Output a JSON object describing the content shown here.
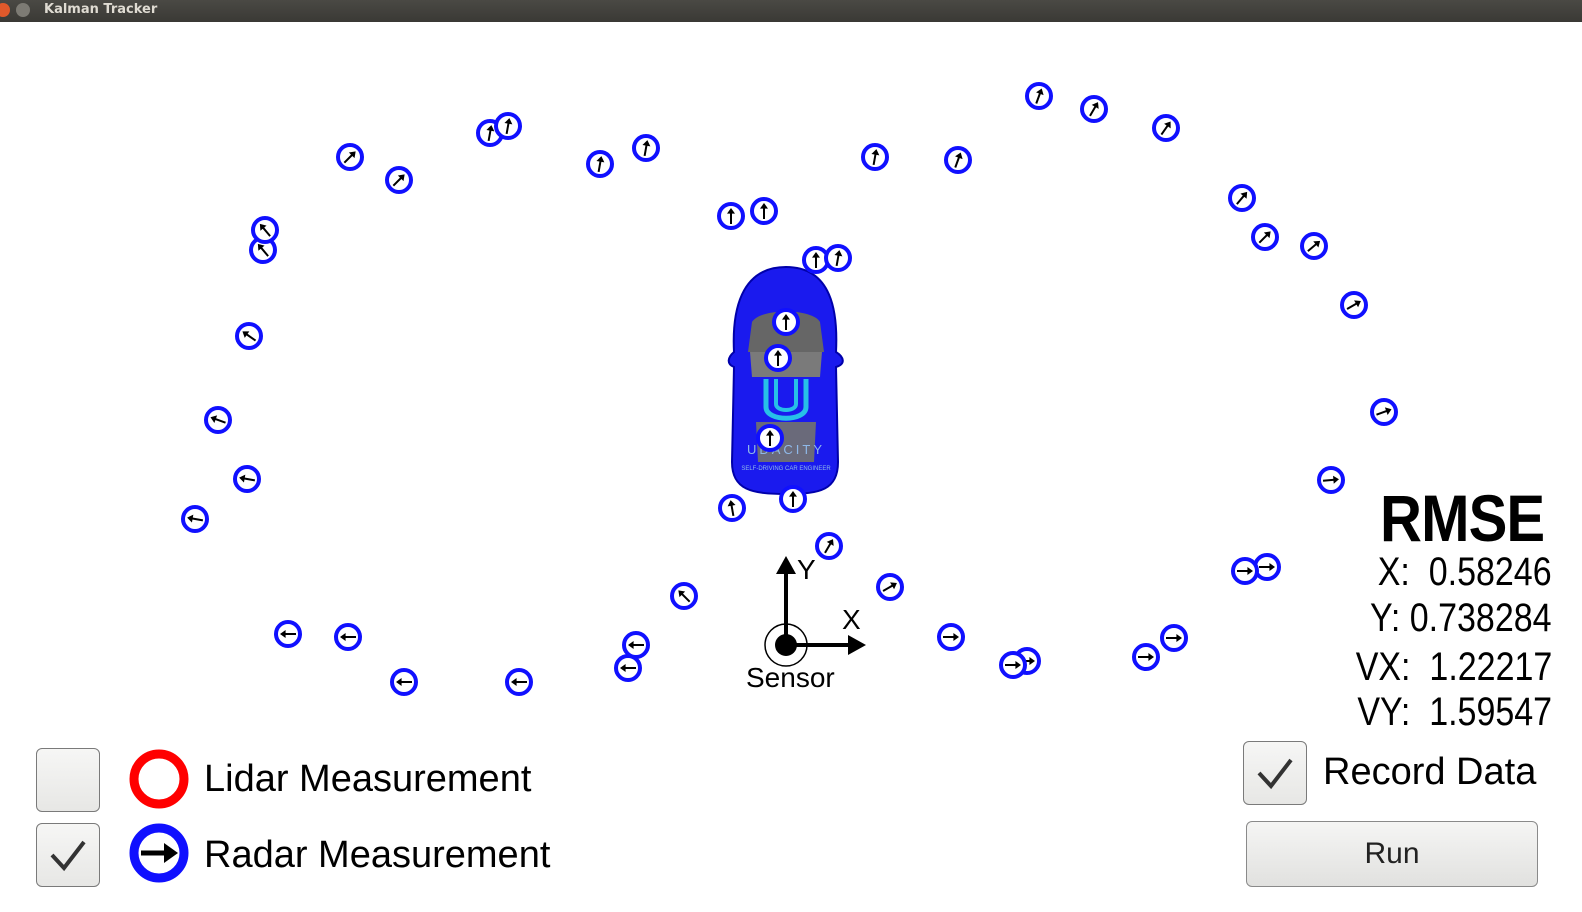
{
  "window": {
    "title": "Kalman Tracker"
  },
  "scene": {
    "sensor_label": "Sensor",
    "x_axis_label": "X",
    "y_axis_label": "Y",
    "car_brand": "UDACITY",
    "car_subtitle": "SELF-DRIVING CAR ENGINEER",
    "vehicle_color": "#1a1aee",
    "radar_color": "#1010ff",
    "lidar_color": "#ff0000"
  },
  "rmse": {
    "title": "RMSE",
    "x_label": "X:",
    "x_value": "0.58246",
    "y_label": "Y:",
    "y_value": "0.738284",
    "vx_label": "VX:",
    "vx_value": "1.22217",
    "vy_label": "VY:",
    "vy_value": "1.59547"
  },
  "controls": {
    "lidar_label": "Lidar Measurement",
    "lidar_checked": false,
    "radar_label": "Radar Measurement",
    "radar_checked": true,
    "record_label": "Record Data",
    "record_checked": true,
    "run_label": "Run"
  },
  "icons": {
    "close": "close-icon",
    "minimize": "minimize-icon",
    "check": "checkmark-icon",
    "lidar": "lidar-ring-icon",
    "radar": "radar-arrow-icon"
  }
}
